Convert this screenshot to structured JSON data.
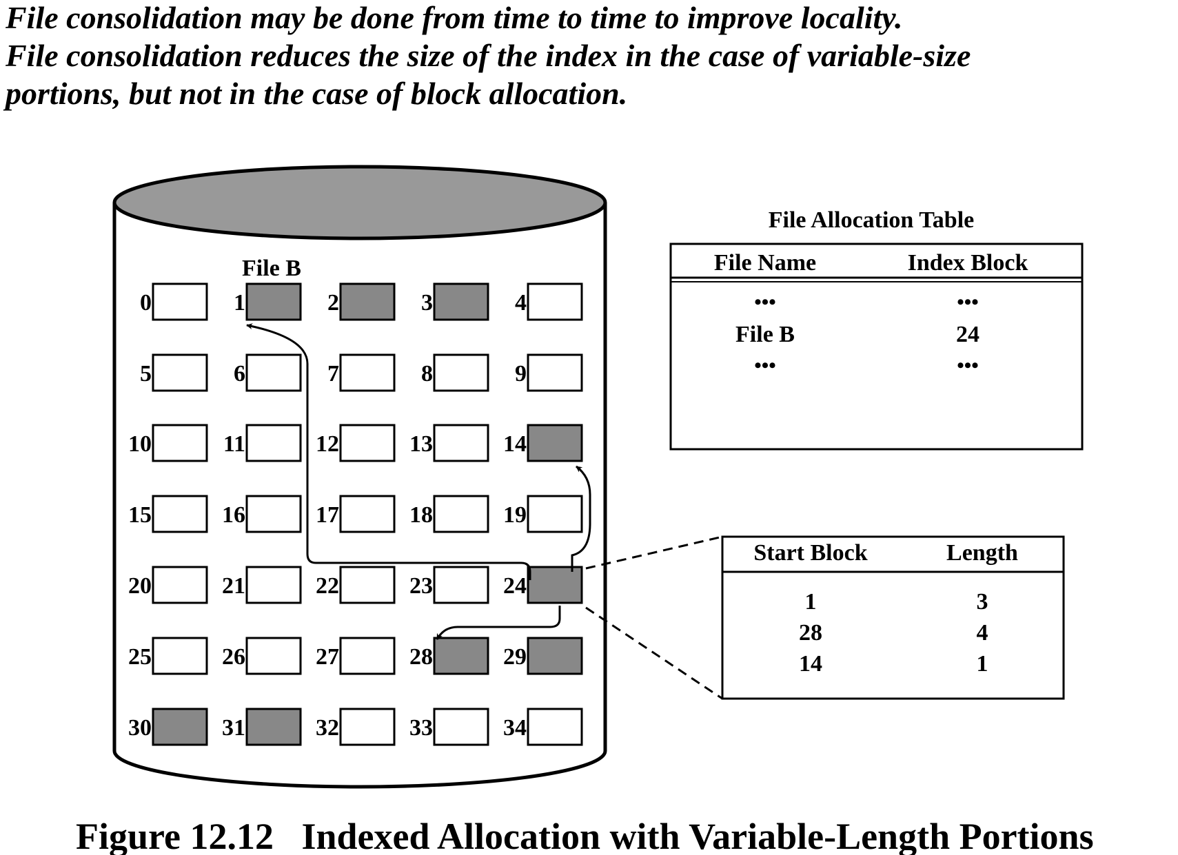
{
  "intro": {
    "line1": "File consolidation may be done from time to time to improve locality.",
    "line2": "File consolidation reduces the size of the index in the case of variable-size",
    "line3": "portions, but not in the case of block allocation."
  },
  "disk": {
    "file_label": "File B",
    "blocks": [
      {
        "num": "0",
        "filled": false
      },
      {
        "num": "1",
        "filled": true
      },
      {
        "num": "2",
        "filled": true
      },
      {
        "num": "3",
        "filled": true
      },
      {
        "num": "4",
        "filled": false
      },
      {
        "num": "5",
        "filled": false
      },
      {
        "num": "6",
        "filled": false
      },
      {
        "num": "7",
        "filled": false
      },
      {
        "num": "8",
        "filled": false
      },
      {
        "num": "9",
        "filled": false
      },
      {
        "num": "10",
        "filled": false
      },
      {
        "num": "11",
        "filled": false
      },
      {
        "num": "12",
        "filled": false
      },
      {
        "num": "13",
        "filled": false
      },
      {
        "num": "14",
        "filled": true
      },
      {
        "num": "15",
        "filled": false
      },
      {
        "num": "16",
        "filled": false
      },
      {
        "num": "17",
        "filled": false
      },
      {
        "num": "18",
        "filled": false
      },
      {
        "num": "19",
        "filled": false
      },
      {
        "num": "20",
        "filled": false
      },
      {
        "num": "21",
        "filled": false
      },
      {
        "num": "22",
        "filled": false
      },
      {
        "num": "23",
        "filled": false
      },
      {
        "num": "24",
        "filled": true
      },
      {
        "num": "25",
        "filled": false
      },
      {
        "num": "26",
        "filled": false
      },
      {
        "num": "27",
        "filled": false
      },
      {
        "num": "28",
        "filled": true
      },
      {
        "num": "29",
        "filled": true
      },
      {
        "num": "30",
        "filled": true
      },
      {
        "num": "31",
        "filled": true
      },
      {
        "num": "32",
        "filled": false
      },
      {
        "num": "33",
        "filled": false
      },
      {
        "num": "34",
        "filled": false
      }
    ]
  },
  "fat": {
    "title": "File Allocation Table",
    "col_name": "File Name",
    "col_index": "Index Block",
    "ellipsis": "•••",
    "file_name": "File B",
    "index_block": "24"
  },
  "index_table": {
    "col_start": "Start Block",
    "col_length": "Length",
    "rows": [
      {
        "start": "1",
        "length": "3"
      },
      {
        "start": "28",
        "length": "4"
      },
      {
        "start": "14",
        "length": "1"
      }
    ]
  },
  "caption": "Figure 12.12   Indexed Allocation with Variable-Length Portions",
  "colors": {
    "filled": "#888888",
    "empty": "#ffffff",
    "disk_top": "#999999",
    "stroke": "#000000"
  }
}
